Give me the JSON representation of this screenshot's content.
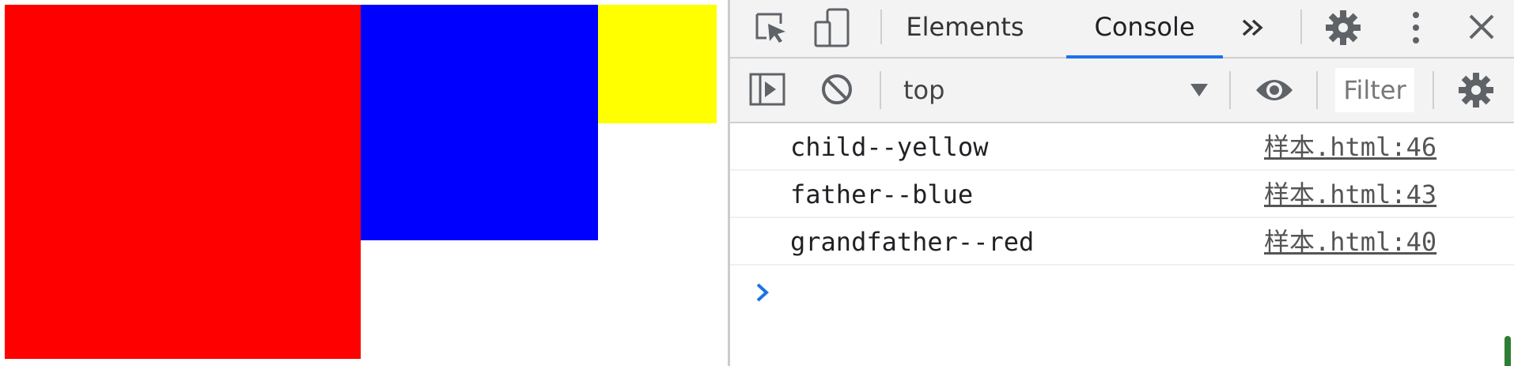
{
  "page": {
    "boxes": [
      {
        "name": "grandfather",
        "color": "#ff0000"
      },
      {
        "name": "father",
        "color": "#0000ff"
      },
      {
        "name": "child",
        "color": "#ffff00"
      }
    ]
  },
  "devtools": {
    "tabs": [
      {
        "label": "Elements",
        "active": false
      },
      {
        "label": "Console",
        "active": true
      }
    ],
    "icons": {
      "inspect": "element-picker-icon",
      "device": "device-toolbar-icon",
      "more_tabs": "chevrons-right-icon",
      "settings": "gear-icon",
      "menu": "kebab-menu-icon",
      "close": "close-icon",
      "sidebar": "sidebar-toggle-icon",
      "clear": "clear-console-icon",
      "context_dropdown": "caret-down-icon",
      "live_expression": "eye-icon",
      "console_settings": "gear-icon",
      "prompt": "chevron-right-icon"
    },
    "toolbar": {
      "context": "top",
      "filter_placeholder": "Filter"
    },
    "console": {
      "messages": [
        {
          "text": "child--yellow",
          "source": "样本.html:46"
        },
        {
          "text": "father--blue",
          "source": "样本.html:43"
        },
        {
          "text": "grandfather--red",
          "source": "样本.html:40"
        }
      ]
    },
    "colors": {
      "accent": "#1a73e8",
      "toolbar_bg": "#f3f3f3",
      "icon": "#5f6368"
    }
  }
}
